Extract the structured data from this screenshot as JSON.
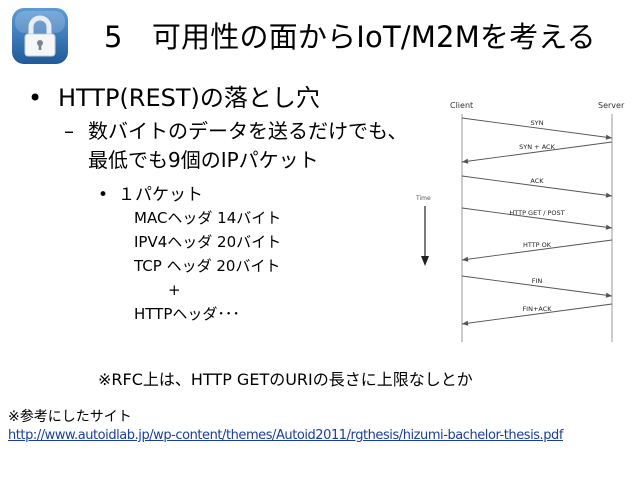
{
  "slide": {
    "title": "5　可用性の面からIoT/M2Mを考える",
    "bullet1": "HTTP(REST)の落とし穴",
    "bullet2_line1": "数バイトのデータを送るだけでも、",
    "bullet2_line2": "最低でも9個のIPパケット",
    "bullet3": "１パケット",
    "headers": [
      "MACヘッダ  14バイト",
      "IPV4ヘッダ  20バイト",
      "TCP ヘッダ  20バイト",
      "+",
      "HTTPヘッダ･･･"
    ],
    "rfc_note": "※RFC上は、HTTP GETのURIの長さに上限なしとか",
    "ref_label": "※参考にしたサイト",
    "ref_url": "http://www.autoidlab.jp/wp-content/themes/Autoid2011/rgthesis/hizumi-bachelor-thesis.pdf"
  },
  "icons": {
    "logo": "lock-icon"
  },
  "colors": {
    "accent_blue": "#1a3fa0",
    "lock_bg": "#2e6fb0"
  },
  "diagram": {
    "client_label": "Client",
    "server_label": "Server",
    "time_label": "Time",
    "messages": [
      {
        "label": "SYN",
        "direction": "to-server"
      },
      {
        "label": "SYN + ACK",
        "direction": "to-client"
      },
      {
        "label": "ACK",
        "direction": "to-server"
      },
      {
        "label": "HTTP GET / POST",
        "direction": "to-server"
      },
      {
        "label": "HTTP OK",
        "direction": "to-client"
      },
      {
        "label": "FIN",
        "direction": "to-server"
      },
      {
        "label": "FIN+ACK",
        "direction": "to-client"
      }
    ]
  }
}
